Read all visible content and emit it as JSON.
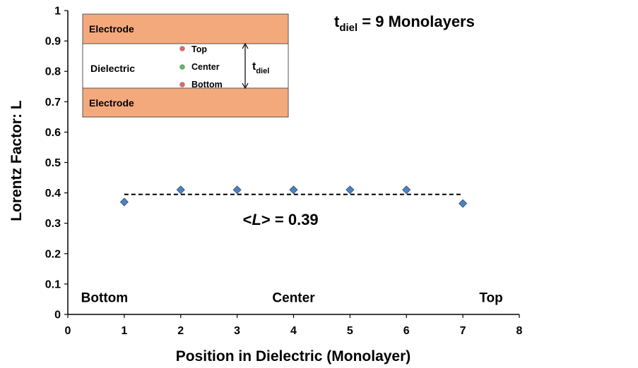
{
  "chart_data": {
    "type": "scatter",
    "title": "t_diel = 9 Monolayers",
    "title_parts": {
      "main": "t",
      "sub": "diel",
      "rest": " = 9 Monolayers"
    },
    "xlabel": "Position in Dielectric  (Monolayer)",
    "ylabel": "Lorentz Factor: L",
    "xlim": [
      0,
      8
    ],
    "ylim": [
      0,
      1
    ],
    "xticks": [
      0,
      1,
      2,
      3,
      4,
      5,
      6,
      7,
      8
    ],
    "yticks": [
      0,
      0.1,
      0.2,
      0.3,
      0.4,
      0.5,
      0.6,
      0.7,
      0.8,
      0.9,
      1
    ],
    "ytick_labels": [
      "0",
      "0.1",
      "0.2",
      "0.3",
      "0.4",
      "0.5",
      "0.6",
      "0.7",
      "0.8",
      "0.9",
      "1"
    ],
    "grid": false,
    "series": [
      {
        "marker": "diamond",
        "color": "#4f81bd",
        "x": [
          1,
          2,
          3,
          4,
          5,
          6,
          7
        ],
        "y": [
          0.37,
          0.41,
          0.41,
          0.41,
          0.41,
          0.41,
          0.365
        ]
      }
    ],
    "average_line": {
      "y": 0.395,
      "x_range": [
        1,
        7
      ],
      "style": "dashed",
      "label": "<L> = 0.39",
      "label_parts": {
        "pre": "<",
        "italic": "L",
        "post": "> = 0.39"
      }
    },
    "annotations": [
      {
        "text": "Bottom",
        "x": 0.65,
        "y": 0.05
      },
      {
        "text": "Center",
        "x": 4,
        "y": 0.05
      },
      {
        "text": "Top",
        "x": 7.5,
        "y": 0.05
      }
    ],
    "inset": {
      "electrode_label_top": "Electrode",
      "electrode_label_bottom": "Electrode",
      "dielectric_label": "Dielectric",
      "thickness_label": {
        "main": "t",
        "sub": "diel"
      },
      "points": [
        {
          "label": "Top",
          "color": "#e06666"
        },
        {
          "label": "Center",
          "color": "#5cb85c"
        },
        {
          "label": "Bottom",
          "color": "#e06666"
        }
      ],
      "electrode_color": "#f4a97c"
    }
  }
}
